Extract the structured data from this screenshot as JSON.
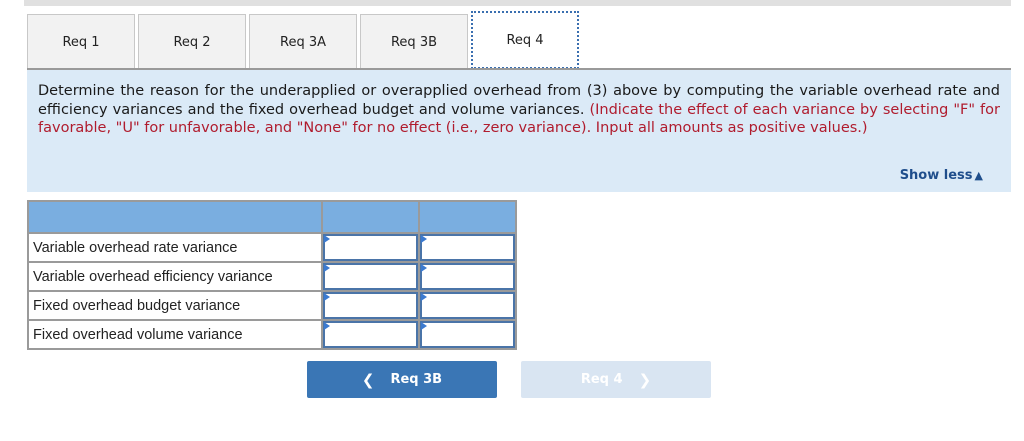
{
  "tabs": [
    {
      "label": "Req 1",
      "active": false
    },
    {
      "label": "Req 2",
      "active": false
    },
    {
      "label": "Req 3A",
      "active": false
    },
    {
      "label": "Req 3B",
      "active": false
    },
    {
      "label": "Req 4",
      "active": true
    }
  ],
  "instructions": {
    "text": "Determine the reason for the underapplied or overapplied overhead from (3) above by computing the variable overhead rate and efficiency variances and the fixed overhead budget and volume variances. ",
    "note": "(Indicate the effect of each variance by selecting \"F\" for favorable, \"U\" for unfavorable, and \"None\" for no effect (i.e., zero variance). Input all amounts as positive values.)",
    "show_less": "Show less",
    "show_less_icon": "triangle-up"
  },
  "table": {
    "headers": [
      "",
      "",
      ""
    ],
    "rows": [
      {
        "label": "Variable overhead rate variance",
        "amount": "",
        "effect": ""
      },
      {
        "label": "Variable overhead efficiency variance",
        "amount": "",
        "effect": ""
      },
      {
        "label": "Fixed overhead budget variance",
        "amount": "",
        "effect": ""
      },
      {
        "label": "Fixed overhead volume variance",
        "amount": "",
        "effect": ""
      }
    ]
  },
  "navigation": {
    "prev_label": "Req 3B",
    "prev_icon": "chevron-left",
    "next_label": "Req 4",
    "next_icon": "chevron-right"
  },
  "colors": {
    "panel_bg": "#dbeaf7",
    "header_bg": "#7aaee0",
    "note_red": "#b01c2e",
    "link_blue": "#1f4e8c",
    "prev_btn": "#3a76b5",
    "next_btn_disabled": "#d9e5f2"
  }
}
